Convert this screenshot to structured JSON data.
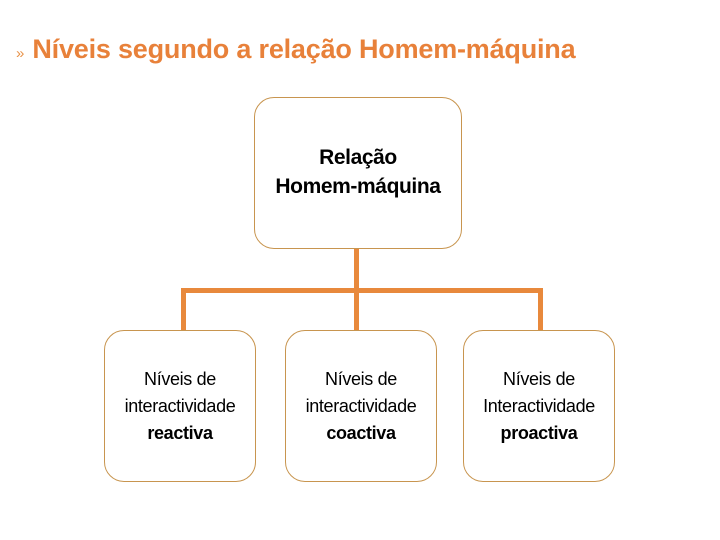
{
  "slide": {
    "title": {
      "bullet": "»",
      "text": "Níveis segundo a relação Homem-máquina"
    },
    "colors": {
      "title_orange": "#E8813A",
      "connector_orange": "#E8893C",
      "box_border": "#C8954F",
      "text_black": "#000000",
      "background": "#FFFFFF"
    }
  },
  "diagram": {
    "type": "hierarchy-tree",
    "root": {
      "name": "relacao-homem-maquina",
      "label": "Relação\nHomem-máquina"
    },
    "children": [
      {
        "name": "nivel-reactiva",
        "label_lead": "Níveis de interactividade ",
        "label_emph": "reactiva"
      },
      {
        "name": "nivel-coactiva",
        "label_lead": "Níveis de interactividade ",
        "label_emph": "coactiva"
      },
      {
        "name": "nivel-proactiva",
        "label_lead": "Níveis de Interactividade ",
        "label_emph": "proactiva"
      }
    ]
  }
}
